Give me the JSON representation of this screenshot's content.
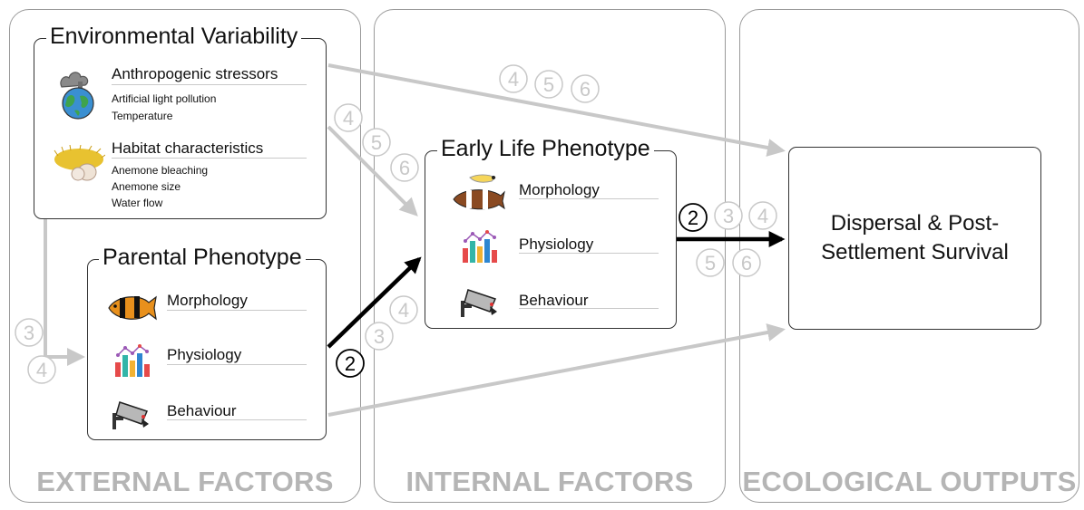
{
  "columns": {
    "external": "EXTERNAL FACTORS",
    "internal": "INTERNAL FACTORS",
    "ecological": "ECOLOGICAL OUTPUTS"
  },
  "environmental": {
    "title": "Environmental Variability",
    "anthropogenic": {
      "title": "Anthropogenic stressors",
      "items": [
        "Artificial light pollution",
        "Temperature"
      ]
    },
    "habitat": {
      "title": "Habitat characteristics",
      "items": [
        "Anemone bleaching",
        "Anemone size",
        "Water flow"
      ]
    }
  },
  "parental": {
    "title": "Parental Phenotype",
    "items": [
      "Morphology",
      "Physiology",
      "Behaviour"
    ]
  },
  "early_life": {
    "title": "Early Life Phenotype",
    "items": [
      "Morphology",
      "Physiology",
      "Behaviour"
    ]
  },
  "outcome": {
    "line1": "Dispersal & Post-",
    "line2": "Settlement Survival"
  },
  "markers": {
    "env_to_output": [
      "4",
      "5",
      "6"
    ],
    "env_to_early": [
      "4",
      "5",
      "6"
    ],
    "env_to_parent": [
      "3",
      "4"
    ],
    "parent_to_early_grey": [
      "3",
      "4"
    ],
    "parent_to_early_black": "2",
    "early_to_output_black": "2",
    "early_to_output_grey_top": [
      "3",
      "4"
    ],
    "early_to_output_grey_bottom": [
      "5",
      "6"
    ]
  },
  "colors": {
    "grey_arrow": "#c8c8c8",
    "black_arrow": "#000000",
    "column_label": "#b5b5b5"
  }
}
